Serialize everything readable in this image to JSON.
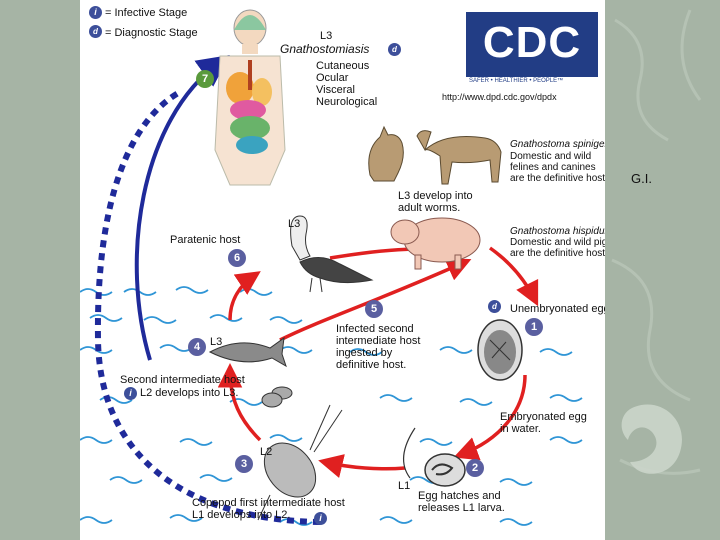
{
  "legend": {
    "infective_symbol": "i",
    "infective_label": "= Infective Stage",
    "diagnostic_symbol": "d",
    "diagnostic_label": "= Diagnostic Stage"
  },
  "human": {
    "stage_label": "L3",
    "title": "Gnathostomiasis",
    "manifestations": [
      "Cutaneous",
      "Ocular",
      "Visceral",
      "Neurological"
    ],
    "step": "7"
  },
  "logo": {
    "letters": "CDC",
    "slogan": "SAFER • HEALTHIER • PEOPLE™",
    "url": "http://www.dpd.cdc.gov/dpdx"
  },
  "definitive_hosts": {
    "spinigerum_name": "Gnathostoma spinigerum",
    "spinigerum_lines": [
      "Domestic and wild",
      "felines and canines",
      "are the definitive hosts."
    ],
    "develop_lines": [
      "L3 develop into",
      "adult worms."
    ],
    "hispidum_name": "Gnathostoma hispidum",
    "hispidum_lines": [
      "Domestic and wild pigs",
      "are the definitive host."
    ]
  },
  "paratenic": {
    "label": "Paratenic host",
    "stage_label": "L3",
    "step": "6"
  },
  "step5": {
    "step": "5",
    "lines": [
      "Infected second",
      "intermediate host",
      "ingested by",
      "definitive host."
    ]
  },
  "egg": {
    "label": "Unembryonated egg",
    "step": "1",
    "diagnostic_tag": "d"
  },
  "embryonated": {
    "lines": [
      "Embryonated egg",
      "in water."
    ]
  },
  "hatch": {
    "stage_label": "L1",
    "step": "2",
    "lines": [
      "Egg hatches and",
      "releases L1 larva."
    ]
  },
  "copepod": {
    "stage_label": "L2",
    "step": "3",
    "lines": [
      "Copepod first intermediate host",
      "L1 develops into L2."
    ],
    "infective_tag": "i"
  },
  "second_host": {
    "stage_label": "L3",
    "step": "4",
    "title": "Second intermediate host",
    "line": "L2 develops into L3.",
    "infective_tag": "i"
  },
  "side_note": "G.I.",
  "colors": {
    "cycle_arrow": "#e02020",
    "human_arrow": "#1f2a9a",
    "step_badge": "#5a5fa0",
    "human_step_badge": "#5a9a3c",
    "water": "#2f95d6",
    "cdc_blue": "#223d85",
    "background": "#a7b6a6"
  }
}
